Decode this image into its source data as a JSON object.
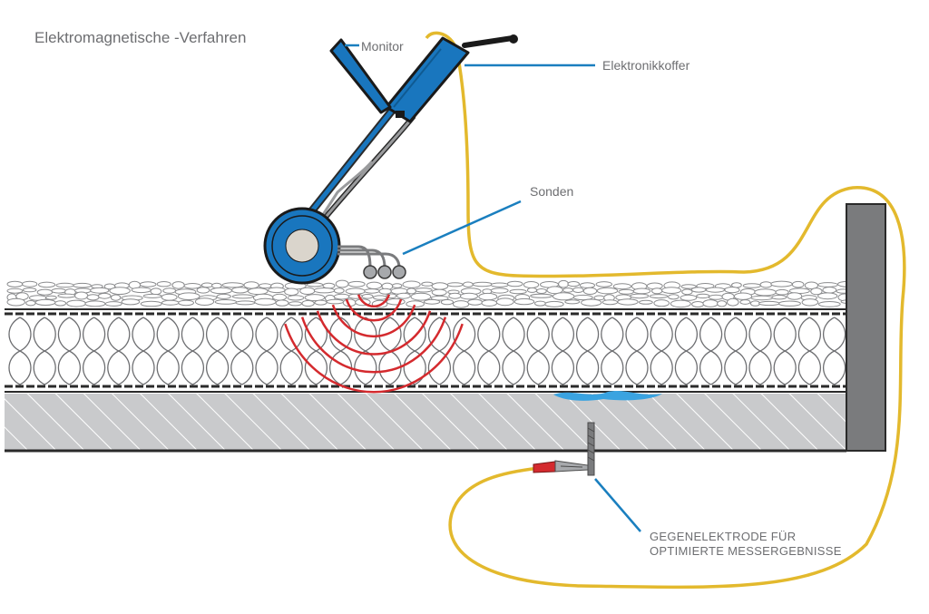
{
  "title": "Elektromagnetische  -Verfahren",
  "labels": {
    "monitor": "Monitor",
    "case": "Elektronikkoffer",
    "probes": "Sonden",
    "counter_line1": "GEGENELEKTRODE FÜR",
    "counter_line2": "OPTIMIERTE MESSERGEBNISSE"
  },
  "colors": {
    "device_blue": "#1976be",
    "leader_blue": "#1a7fbf",
    "cable_yellow": "#e3b92d",
    "wave_red": "#d42a2e",
    "concrete_gray": "#c9cacc",
    "wall_gray": "#7a7b7d",
    "water_blue": "#3aa3e0",
    "text_gray": "#6d6e71"
  },
  "icons": [
    "measuring-trolley-icon",
    "wheel-icon",
    "probe-icon",
    "clamp-icon",
    "electrode-rod-icon"
  ]
}
